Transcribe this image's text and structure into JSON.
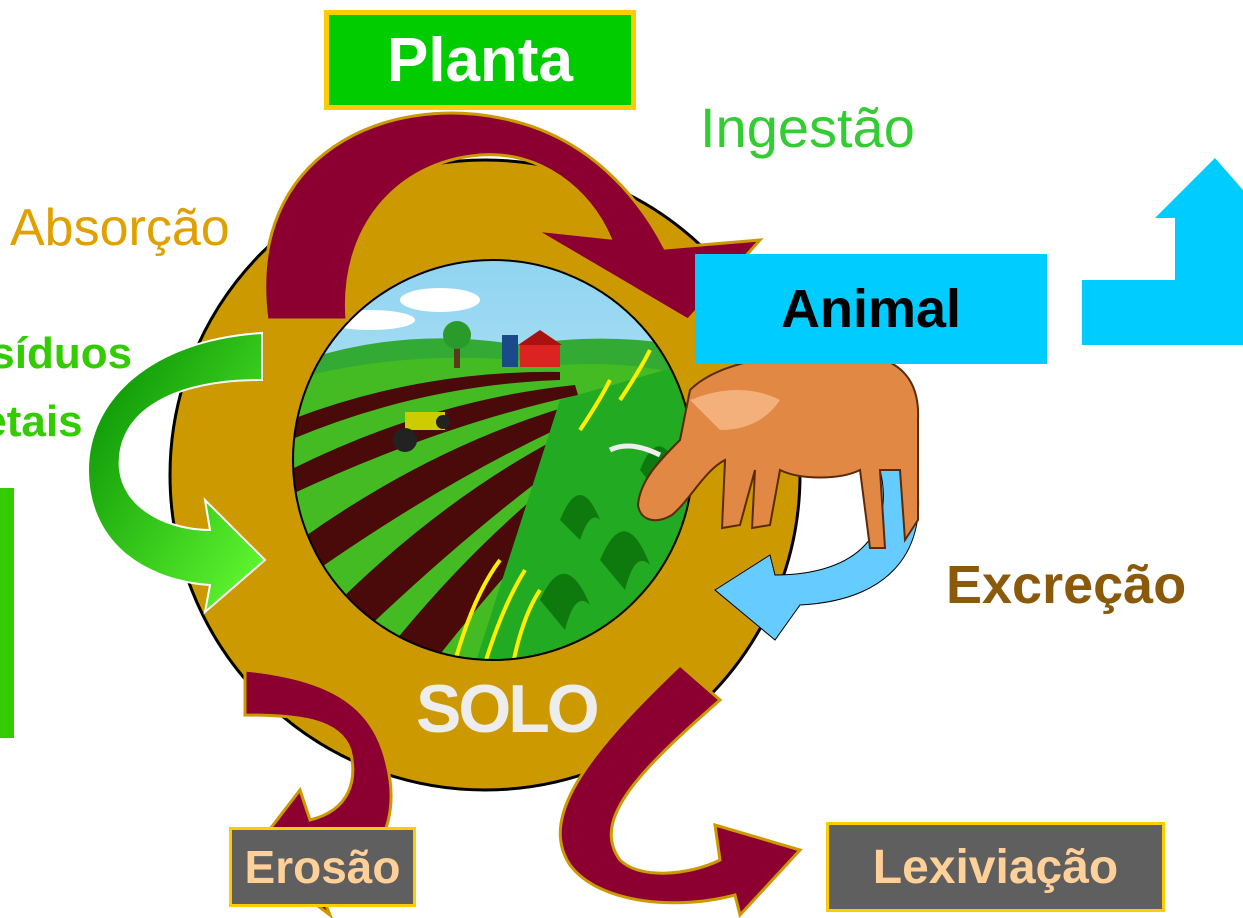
{
  "nodes": {
    "planta": "Planta",
    "animal": "Animal",
    "solo": "SOLO",
    "erosao": "Erosão",
    "lexiviacao": "Lexiviação"
  },
  "processes": {
    "ingestao": "Ingestão",
    "absorcao": "Absorção",
    "excrecao": "Excreção",
    "residuos_line1": "Resíduos",
    "residuos_line2": "Vegetais"
  },
  "colors": {
    "soil_ring": "#cc9900",
    "planta_fill": "#00cc00",
    "animal_fill": "#00ccff",
    "output_box": "#5f5f5f",
    "box_border": "#ffcc00",
    "maroon_arrow": "#8b0030",
    "green_arrow": "#33cc00",
    "cyan_arrow": "#66ccff"
  },
  "icons": {
    "scene": "farm-field-illustration",
    "animal": "grazing-cow-illustration"
  }
}
